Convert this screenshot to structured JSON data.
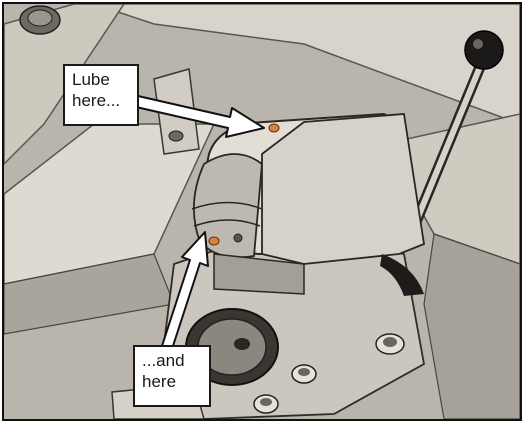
{
  "callouts": [
    {
      "lines": [
        "Lube",
        "here..."
      ]
    },
    {
      "lines": [
        "...and",
        "here"
      ]
    }
  ],
  "colors": {
    "background": "#b9b5ad",
    "metal_light": "#e3e0d8",
    "metal_mid": "#cfcbc2",
    "metal_dark": "#8f8a80",
    "shadow": "#2a2723",
    "lube_point": "#d9823c",
    "arrow": "#ffffff",
    "arrow_outline": "#111111"
  }
}
